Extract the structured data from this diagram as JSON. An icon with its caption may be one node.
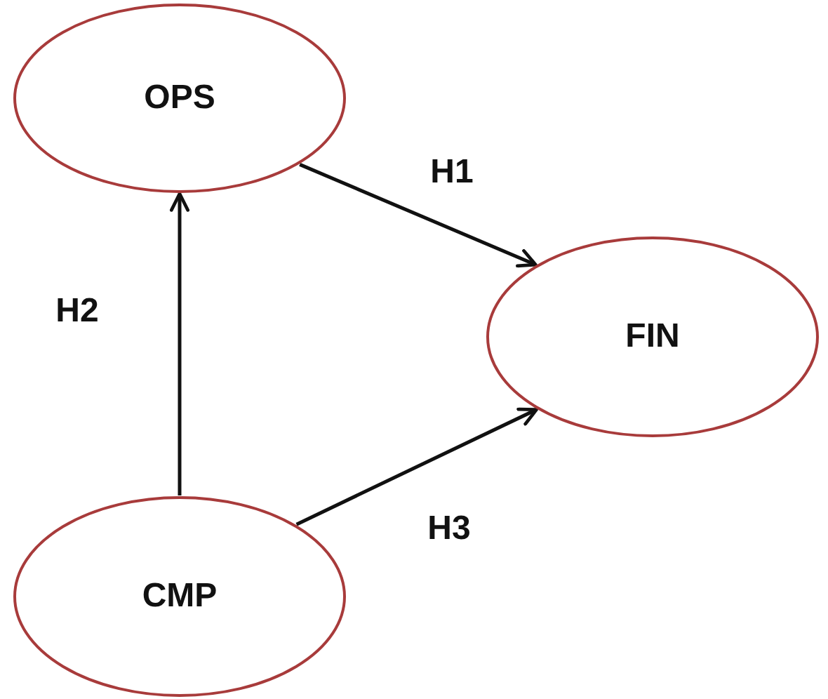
{
  "diagram": {
    "nodes": [
      {
        "text": [
          "OPS"
        ]
      },
      {
        "text": [
          "FIN"
        ]
      },
      {
        "text": [
          "CMP"
        ]
      }
    ],
    "edges": [
      {
        "from": 0,
        "to": 1,
        "arrow": "to",
        "label": "H1"
      },
      {
        "from": 2,
        "to": 0,
        "arrow": "to",
        "label": "H2"
      },
      {
        "from": 2,
        "to": 1,
        "arrow": "to",
        "label": "H3"
      }
    ]
  }
}
